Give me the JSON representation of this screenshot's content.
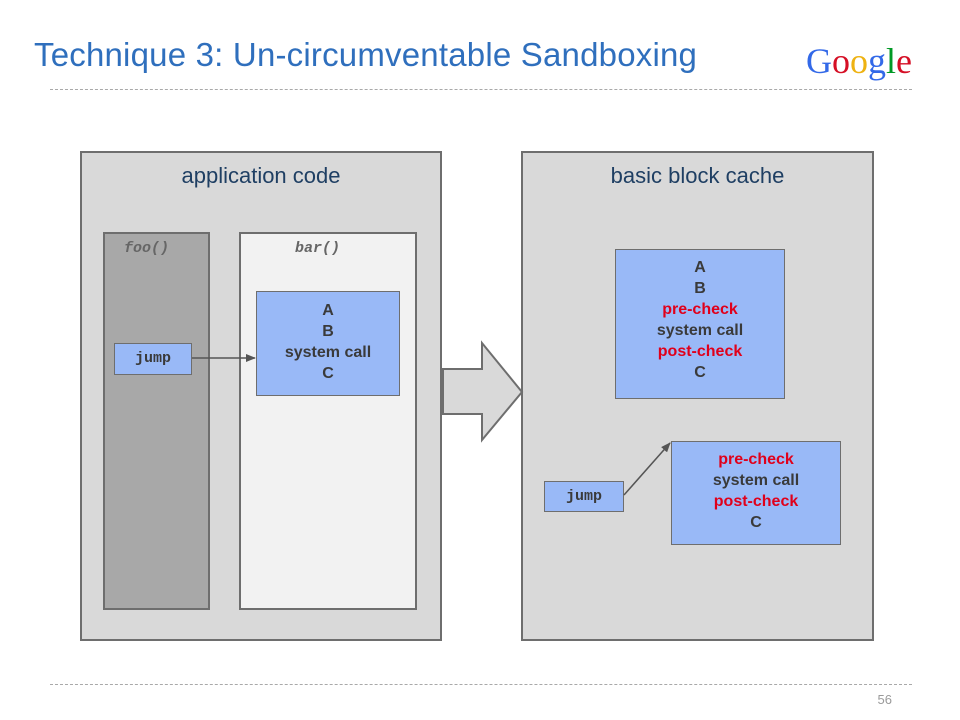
{
  "slide": {
    "title": "Technique 3: Un-circumventable Sandboxing",
    "page_number": "56",
    "logo": {
      "letters": [
        "G",
        "o",
        "o",
        "g",
        "l",
        "e"
      ],
      "colors": [
        "#3369e8",
        "#d50f25",
        "#eeb211",
        "#3369e8",
        "#009925",
        "#d50f25"
      ]
    }
  },
  "left_panel": {
    "title": "application code",
    "foo_label": "foo()",
    "bar_label": "bar()",
    "jump_label": "jump",
    "block": {
      "line1": "A",
      "line2": "B",
      "line3": "system call",
      "line4": "C"
    }
  },
  "right_panel": {
    "title": "basic block cache",
    "block_top": {
      "line1": "A",
      "line2": "B",
      "line3": "pre-check",
      "line4": "system call",
      "line5": "post-check",
      "line6": "C"
    },
    "block_bottom": {
      "line1": "pre-check",
      "line2": "system call",
      "line3": "post-check",
      "line4": "C"
    },
    "jump_label": "jump"
  },
  "colors": {
    "title": "#2f6fbd",
    "block_fill": "#99b9f7",
    "highlight_red": "#e0001b",
    "panel_fill": "#d9d9d9"
  }
}
